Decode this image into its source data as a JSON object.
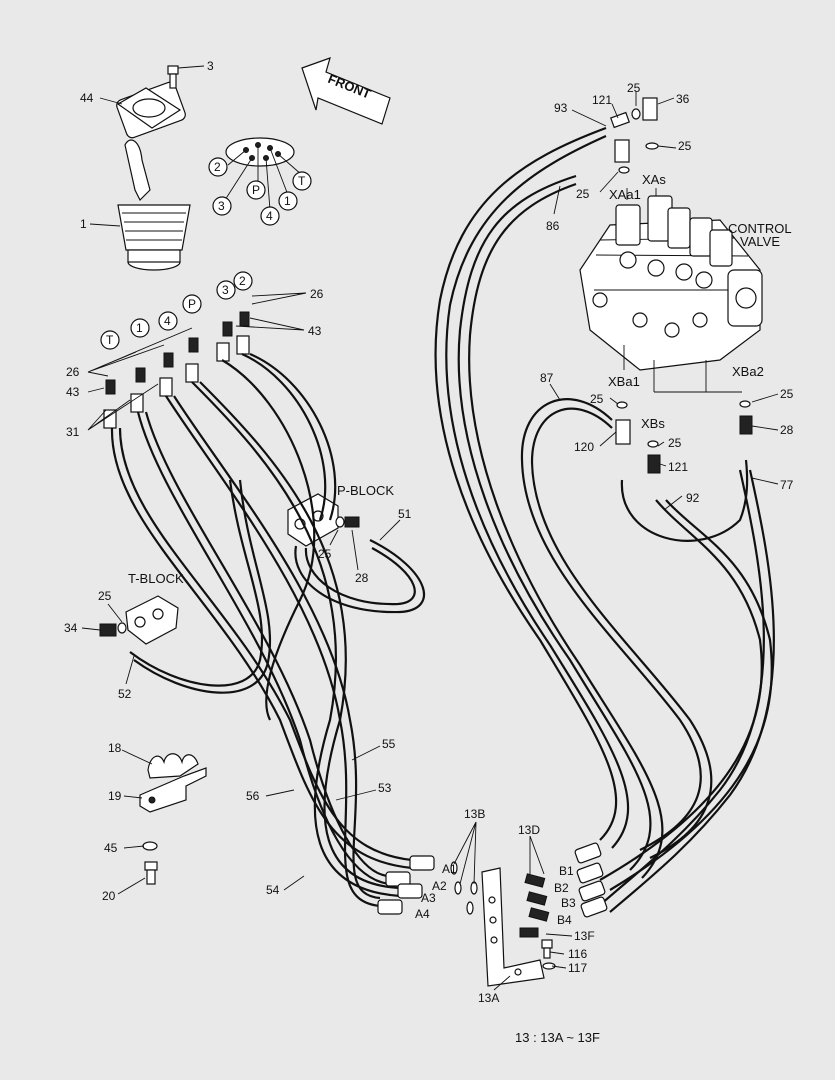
{
  "front_label": "FRONT",
  "control_valve": [
    "CONTROL",
    "VALVE"
  ],
  "p_block": "P-BLOCK",
  "t_block": "T-BLOCK",
  "footnote": "13 : 13A ~ 13F",
  "joystick_ports": [
    "2",
    "3",
    "P",
    "4",
    "1",
    "T"
  ],
  "port_circles": [
    "T",
    "1",
    "4",
    "P",
    "3",
    "2"
  ],
  "callouts": {
    "c3": "3",
    "c44": "44",
    "c1": "1",
    "c26a": "26",
    "c43a": "43",
    "c26b": "26",
    "c43b": "43",
    "c31": "31",
    "c93": "93",
    "c121a": "121",
    "c25a": "25",
    "c36": "36",
    "c25b": "25",
    "c25c": "25",
    "c86": "86",
    "c87": "87",
    "c25d": "25",
    "c120": "120",
    "c25e": "25",
    "c121b": "121",
    "c25f": "25",
    "c28a": "28",
    "c92": "92",
    "c77": "77",
    "c51": "51",
    "c25g": "25",
    "c28b": "28",
    "c25h": "25",
    "c34": "34",
    "c52": "52",
    "c18": "18",
    "c19": "19",
    "c45": "45",
    "c20": "20",
    "c55": "55",
    "c53": "53",
    "c56": "56",
    "c54": "54",
    "c13B": "13B",
    "c13D": "13D",
    "c13F": "13F",
    "c116": "116",
    "c117": "117",
    "c13A": "13A"
  },
  "valve_ports": {
    "XAs": "XAs",
    "XAa1": "XAa1",
    "XBa1": "XBa1",
    "XBa2": "XBa2",
    "XBs": "XBs"
  },
  "bracket_ports": {
    "A1": "A1",
    "A2": "A2",
    "A3": "A3",
    "A4": "A4",
    "B1": "B1",
    "B2": "B2",
    "B3": "B3",
    "B4": "B4"
  }
}
